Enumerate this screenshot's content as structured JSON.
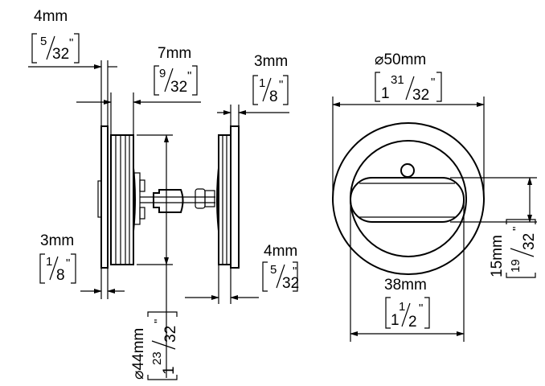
{
  "dimensions": {
    "plate_top_left": {
      "mm": "4mm",
      "num": "5",
      "den": "32",
      "unit": "\""
    },
    "rosette_depth": {
      "mm": "7mm",
      "num": "9",
      "den": "32",
      "unit": "\""
    },
    "plate_top_right": {
      "mm": "3mm",
      "num": "1",
      "den": "8",
      "unit": "\""
    },
    "plate_bottom_left": {
      "mm": "3mm",
      "num": "1",
      "den": "8",
      "unit": "\""
    },
    "rosette_bottom_right": {
      "mm": "4mm",
      "num": "5",
      "den": "32",
      "unit": "\""
    },
    "rosette_diameter": {
      "mm": "⌀44mm",
      "whole": "1",
      "num": "23",
      "den": "32",
      "unit": "\""
    },
    "outer_diameter": {
      "mm": "⌀50mm",
      "whole": "1",
      "num": "31",
      "den": "32",
      "unit": "\""
    },
    "slot_height": {
      "mm": "15mm",
      "num": "19",
      "den": "32",
      "unit": "\""
    },
    "slot_width": {
      "mm": "38mm",
      "whole": "1",
      "num": "1",
      "den": "2",
      "unit": "\""
    }
  }
}
